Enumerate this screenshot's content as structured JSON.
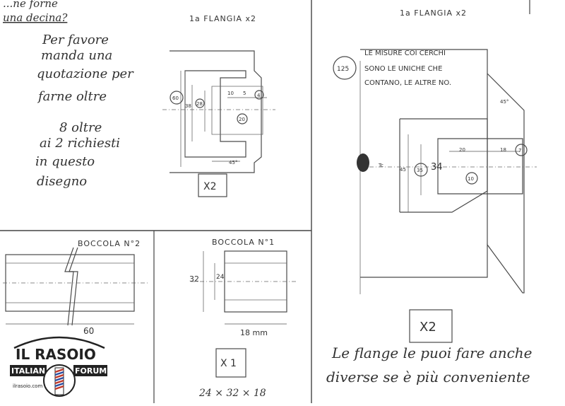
{
  "note_top": [
    "...ne forne",
    "una decina?"
  ],
  "note_left": [
    "Per favore",
    "manda una",
    "quotazione per",
    "farne oltre",
    "8 oltre",
    "ai 2 richiesti",
    "in questo",
    "disegno"
  ],
  "flange_left": {
    "title": "1a FLANGIA x2",
    "dims": [
      "60",
      "38",
      "28",
      "20",
      "10",
      "5",
      "4",
      "45°"
    ],
    "qty": "X2"
  },
  "bush2": {
    "title": "BOCCOLA N°2",
    "dims": [
      "60"
    ]
  },
  "bush1": {
    "title": "BOCCOLA N°1",
    "dims": [
      "32",
      "24",
      "18 mm"
    ],
    "qty": "X 1",
    "size": "24 × 32 × 18"
  },
  "flange_right": {
    "title": "1a FLANGIA x2",
    "note": [
      "LE MISURE COI CERCHI",
      "SONO LE UNICHE CHE",
      "CONTANO, LE ALTRE NO."
    ],
    "dims": [
      "125",
      "45",
      "35",
      "34",
      "20",
      "18",
      "7",
      "10",
      "45°",
      "Tc"
    ],
    "qty": "X2"
  },
  "note_bottom": [
    "Le flange le puoi fare anche",
    "diverse se è più conveniente"
  ],
  "logo": {
    "top": "IL RASOIO",
    "left": "ITALIAN",
    "right": "FORUM",
    "url": "ilrasoio.com"
  }
}
